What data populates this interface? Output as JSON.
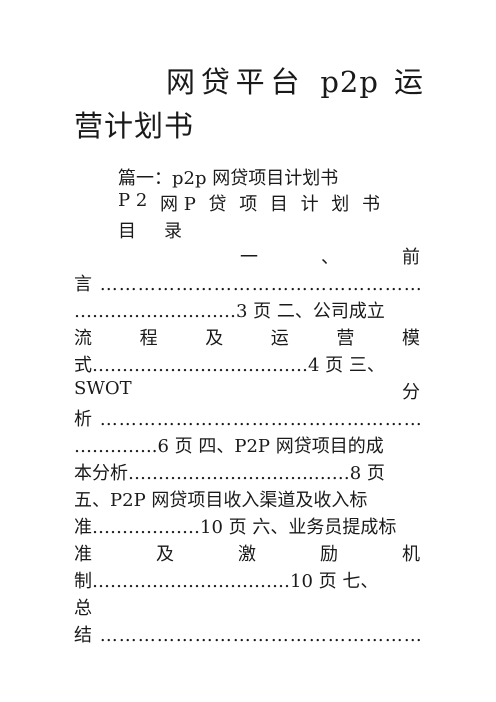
{
  "document": {
    "title": "网贷平台 p2p 运营计划书",
    "heading": "篇一：p2p 网贷项目计划书",
    "subheading": [
      "P 2",
      "网 P",
      "贷",
      "项",
      "目",
      "计",
      "划",
      "书"
    ],
    "mulu": [
      "目",
      "录"
    ],
    "toc_lines": [
      {
        "id": "l1",
        "parts": [
          "一",
          "、",
          "前"
        ]
      },
      {
        "id": "l2",
        "text": "言 ………………………………………………"
      },
      {
        "id": "l3",
        "text": "………………………3 页  二、公司成立"
      },
      {
        "id": "l4",
        "parts": [
          "流",
          "程",
          "及",
          "运",
          "营",
          "模"
        ]
      },
      {
        "id": "l5",
        "text": "式………………………………4 页  三、"
      },
      {
        "id": "l6",
        "parts": [
          "SWOT",
          "分"
        ]
      },
      {
        "id": "l7",
        "text": "析 ………………………………………………"
      },
      {
        "id": "l8",
        "text": "…………..6 页  四、P2P 网贷项目的成"
      },
      {
        "id": "l9",
        "text": "本分析………………………….……8 页"
      },
      {
        "id": "l10",
        "text": "五、P2P 网贷项目收入渠道及收入标"
      },
      {
        "id": "l11",
        "text": "准………………10 页 六、业务员提成标"
      },
      {
        "id": "l12",
        "parts": [
          "准",
          "及",
          "激",
          "励",
          "机"
        ]
      },
      {
        "id": "l13",
        "text": "制……………………………10 页  七、"
      },
      {
        "id": "l14",
        "text": "总"
      },
      {
        "id": "l15",
        "text": "结 ………………………………………………"
      }
    ]
  }
}
